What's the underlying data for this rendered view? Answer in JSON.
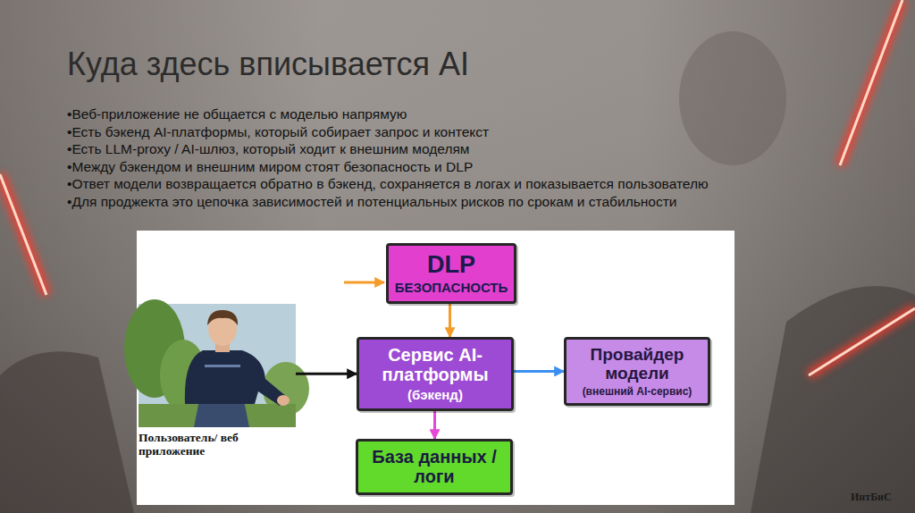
{
  "diagram": {
    "title": "Куда здесь вписывается AI",
    "nodes": [
      {
        "text": [
          "DLP",
          "БЕЗОПАСНОСТЬ"
        ]
      },
      {
        "text": [
          "Пользователь/ веб приложение"
        ]
      },
      {
        "text": [
          "Сервис AI-платформы",
          "(бэкенд)"
        ]
      },
      {
        "text": [
          "Провайдер модели",
          "(внешний AI-сервис)"
        ]
      },
      {
        "text": [
          "База данных / логи"
        ]
      }
    ],
    "edges": [
      {
        "from": 0,
        "to": 2,
        "arrow": "to"
      },
      {
        "from": 1,
        "to": 2,
        "arrow": "to"
      },
      {
        "from": 2,
        "to": 3,
        "arrow": "to"
      },
      {
        "from": 2,
        "to": 4,
        "arrow": "to"
      }
    ],
    "labels": [
      "•Веб-приложение не общается с моделью напрямую",
      "•Есть бэкенд AI-платформы, который собирает запрос и контекст",
      "•Есть LLM-proxy / AI-шлюз, который ходит к внешним моделям",
      "•Между бэкендом и внешним миром стоят безопасность и DLP",
      "•Ответ модели возвращается обратно в бэкенд, сохраняется в логах и показывается пользователю",
      "•Для проджекта это цепочка зависимостей и потенциальных рисков по срокам и стабильности",
      "ИнтБиС"
    ]
  }
}
